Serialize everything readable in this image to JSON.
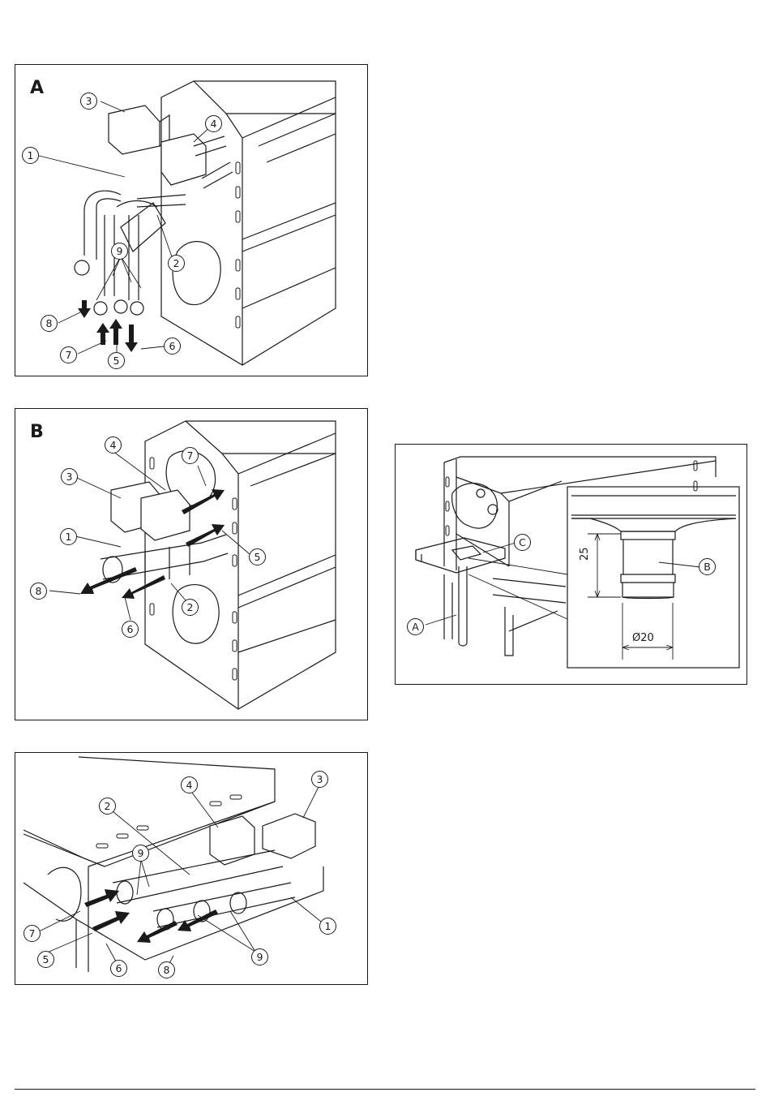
{
  "panel_a": {
    "letter": "A",
    "callouts": {
      "c1": "1",
      "c2": "2",
      "c3": "3",
      "c4": "4",
      "c5": "5",
      "c6": "6",
      "c7": "7",
      "c8": "8",
      "c9": "9"
    }
  },
  "panel_b": {
    "letter": "B",
    "callouts": {
      "c1": "1",
      "c2": "2",
      "c3": "3",
      "c4": "4",
      "c5": "5",
      "c6": "6",
      "c7": "7",
      "c8": "8"
    }
  },
  "panel_c": {
    "callouts": {
      "c1": "1",
      "c2": "2",
      "c3": "3",
      "c4": "4",
      "c5": "5",
      "c6": "6",
      "c7": "7",
      "c8": "8",
      "c9a": "9",
      "c9b": "9"
    }
  },
  "panel_drain": {
    "callouts": {
      "a": "A",
      "b": "B",
      "c": "C"
    },
    "dim_height": "25",
    "dim_diameter": "Ø20"
  }
}
